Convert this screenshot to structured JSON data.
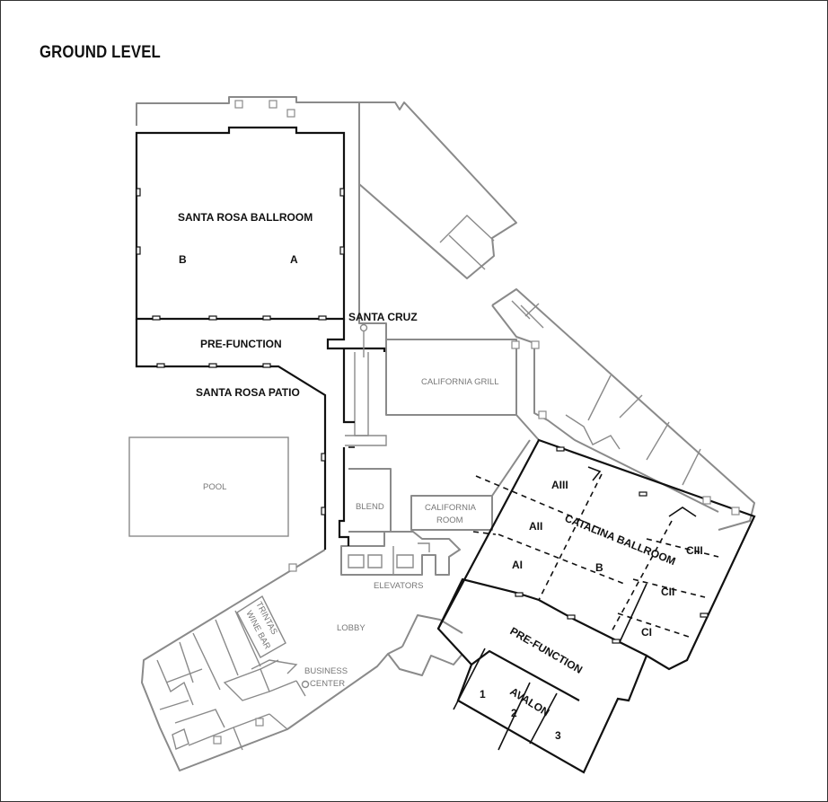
{
  "title": "GROUND LEVEL",
  "rooms": {
    "santa_rosa_ballroom": "SANTA ROSA BALLROOM",
    "santa_rosa_b": "B",
    "santa_rosa_a": "A",
    "santa_cruz": "SANTA CRUZ",
    "pre_function_top": "PRE-FUNCTION",
    "santa_rosa_patio": "SANTA ROSA PATIO",
    "california_grill": "CALIFORNIA GRILL",
    "pool": "POOL",
    "blend": "BLEND",
    "california_room_1": "CALIFORNIA",
    "california_room_2": "ROOM",
    "elevators": "ELEVATORS",
    "lobby": "LOBBY",
    "trintas_1": "TRINTAS",
    "trintas_2": "WINE BAR",
    "business_1": "BUSINESS",
    "business_2": "CENTER",
    "catalina_ballroom": "CATALINA BALLROOM",
    "aiii": "AIII",
    "aii": "AII",
    "ai": "AI",
    "cat_b": "B",
    "ciii": "CIII",
    "cii": "CII",
    "ci": "CI",
    "pre_function_bottom": "PRE-FUNCTION",
    "avalon": "AVALON",
    "avalon_1": "1",
    "avalon_2": "2",
    "avalon_3": "3"
  }
}
